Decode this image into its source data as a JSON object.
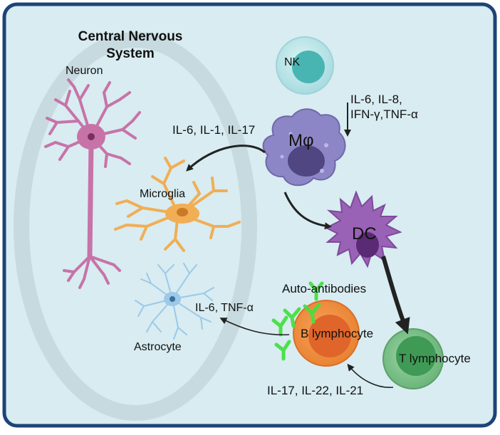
{
  "diagram": {
    "title_line1": "Central Nervous",
    "title_line2": "System",
    "cells": {
      "neuron": "Neuron",
      "nk": "NK",
      "macrophage": "Mφ",
      "microglia": "Microglia",
      "dc": "DC",
      "astrocyte": "Astrocyte",
      "b_lymphocyte": "B lymphocyte",
      "t_lymphocyte": "T lymphocyte"
    },
    "cytokines": {
      "nk_to_macrophage_line1": "IL-6, IL-8,",
      "nk_to_macrophage_line2": "IFN-γ,TNF-α",
      "macrophage_to_microglia": "IL-6, IL-1, IL-17",
      "b_to_astrocyte": "IL-6, TNF-α",
      "t_to_b": "IL-17, IL-22, IL-21",
      "auto_antibodies": "Auto-antibodies"
    },
    "colors": {
      "background": "#d8ecf1",
      "frame": "#1d4477",
      "cns_ring": "#c5d8de",
      "neuron": "#c773a8",
      "microglia": "#f1ae55",
      "astrocyte": "#9cc9ea",
      "nk": "#bfe7ea",
      "macrophage": "#8d86c6",
      "dc": "#9a62b6",
      "b_lymphocyte": "#ee8a3c",
      "t_lymphocyte": "#7cc288",
      "antibody": "#45e042",
      "arrow": "#222222"
    }
  }
}
